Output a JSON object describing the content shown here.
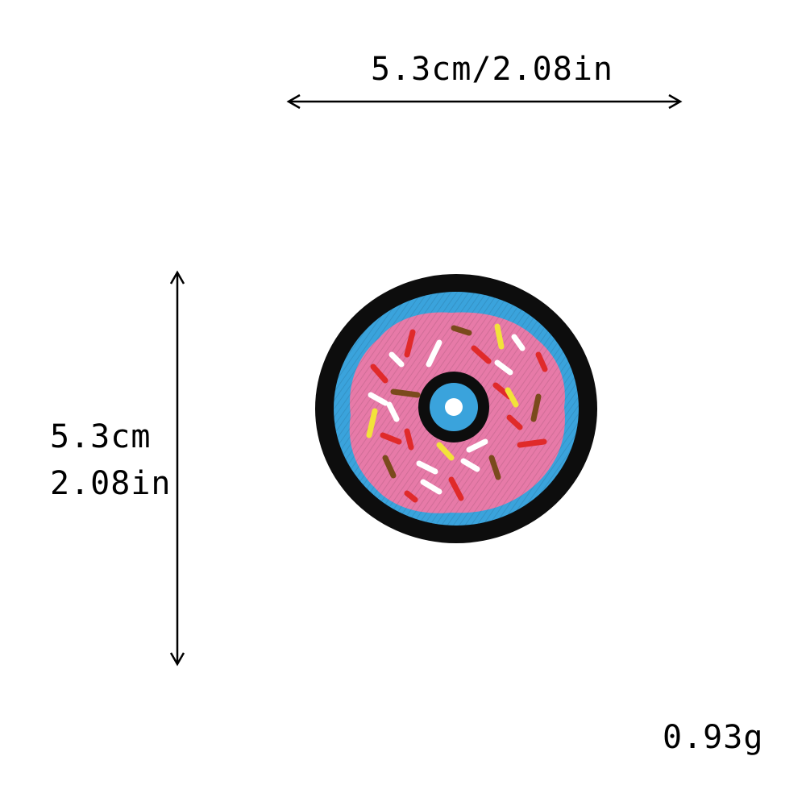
{
  "dimensions": {
    "width_label": "5.3cm/2.08in",
    "height_label_cm": "5.3cm",
    "height_label_in": "2.08in"
  },
  "weight": {
    "label": "0.93g"
  },
  "product": {
    "icon": "donut-patch-icon",
    "colors": {
      "border": "#0d0d0d",
      "ring": "#3aa3dc",
      "frosting": "#e77aa8",
      "sprinkle_red": "#e02a2a",
      "sprinkle_brown": "#7a4a1c",
      "sprinkle_yellow": "#f2e33a",
      "sprinkle_white": "#ffffff"
    }
  }
}
